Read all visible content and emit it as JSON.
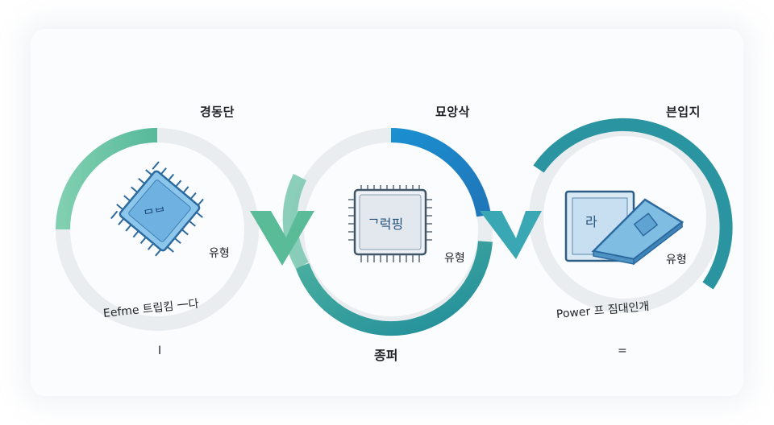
{
  "stages": [
    {
      "title": "경동단",
      "chip_text": "ᄆᄇ",
      "side_label": "유형",
      "bottom_label": "Eefme 트립킴 一다",
      "marker": "I"
    },
    {
      "title": "묘앙삭",
      "chip_text": "ᄀ럭핑",
      "side_label": "유형",
      "bottom_label": "종퍼"
    },
    {
      "title": "븐입지",
      "chip_text": "라",
      "side_label": "유형",
      "bottom_label": "Power 프 짐대인개",
      "marker": "="
    }
  ],
  "colors": {
    "green": "#5dbf9c",
    "teal": "#2f9ea3",
    "blue": "#1f8fcc",
    "gray_ring": "#e6eaec",
    "chip_fill": "#8cc6ea",
    "chip_stroke": "#2d6aa0"
  }
}
